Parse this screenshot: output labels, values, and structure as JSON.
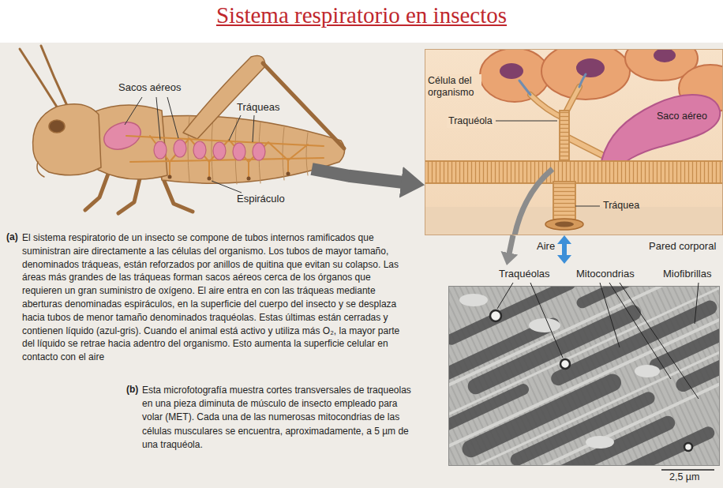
{
  "diagram": {
    "title": "Sistema respiratorio en insectos",
    "nodes": [
      {
        "text": [
          "Sacos aéreos",
          "Tráqueas",
          "Espiráculo"
        ]
      },
      {
        "text": [
          "Célula del organismo",
          "Traquéola",
          "Saco aéreo",
          "Tráquea"
        ]
      },
      {
        "text": [
          "Traquéolas",
          "Mitocondrias",
          "Miofibrillas",
          "2,5 µm"
        ]
      }
    ],
    "edges": [
      {
        "from": 0,
        "to": 1,
        "arrow": "to"
      },
      {
        "from": 1,
        "to": 2,
        "arrow": "to"
      }
    ],
    "labels": [
      "Aire",
      "Pared corporal",
      "(a)",
      "El sistema respiratorio de un insecto se compone de tubos internos ramificados que suministran aire directamente a las células del organismo. Los tubos de mayor tamaño, denominados tráqueas, están reforzados por anillos de quitina que evitan su colapso. Las áreas más grandes de las tráqueas forman sacos aéreos cerca de los órganos que requieren un gran suministro de oxígeno. El aire entra en con las tráqueas mediante aberturas denominadas espiráculos, en la superficie del cuerpo del insecto y se desplaza hacia tubos de menor tamaño denominados traquéolas. Estas últimas están cerradas y contienen líquido (azul-gris). Cuando el animal está activo y utiliza más O₂, la mayor parte del líquido se retrae hacia adentro del organismo. Esto aumenta la superficie celular en contacto con el aire",
      "(b)",
      "Esta microfotografía muestra cortes transversales de traqueolas en una pieza diminuta de músculo de insecto empleado para volar (MET). Cada una de las numerosas mitocondrias de las células musculares se encuentra, aproximadamente, a 5 µm de una traquéola."
    ]
  }
}
